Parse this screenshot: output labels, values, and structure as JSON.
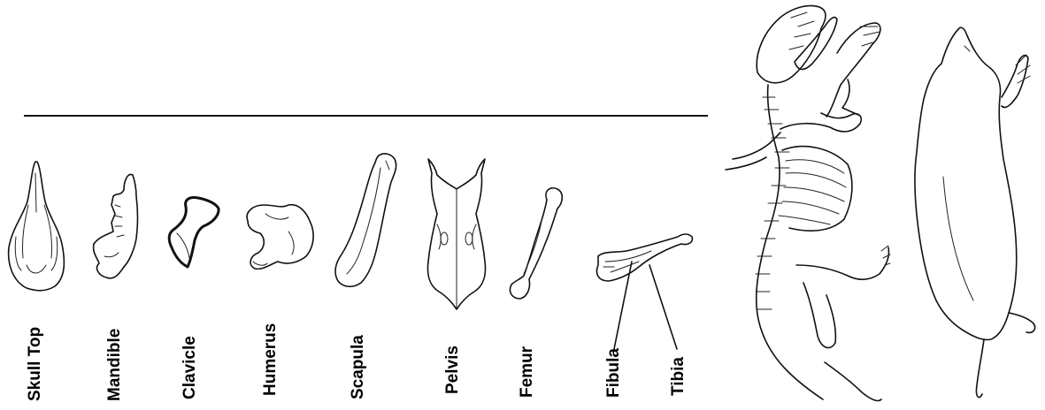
{
  "labels": {
    "skull_top": "Skull Top",
    "mandible": "Mandible",
    "clavicle": "Clavicle",
    "humerus": "Humerus",
    "scapula": "Scapula",
    "pelvis": "Pelvis",
    "femur": "Femur",
    "fibula": "Fibula",
    "tibia": "Tibia"
  }
}
